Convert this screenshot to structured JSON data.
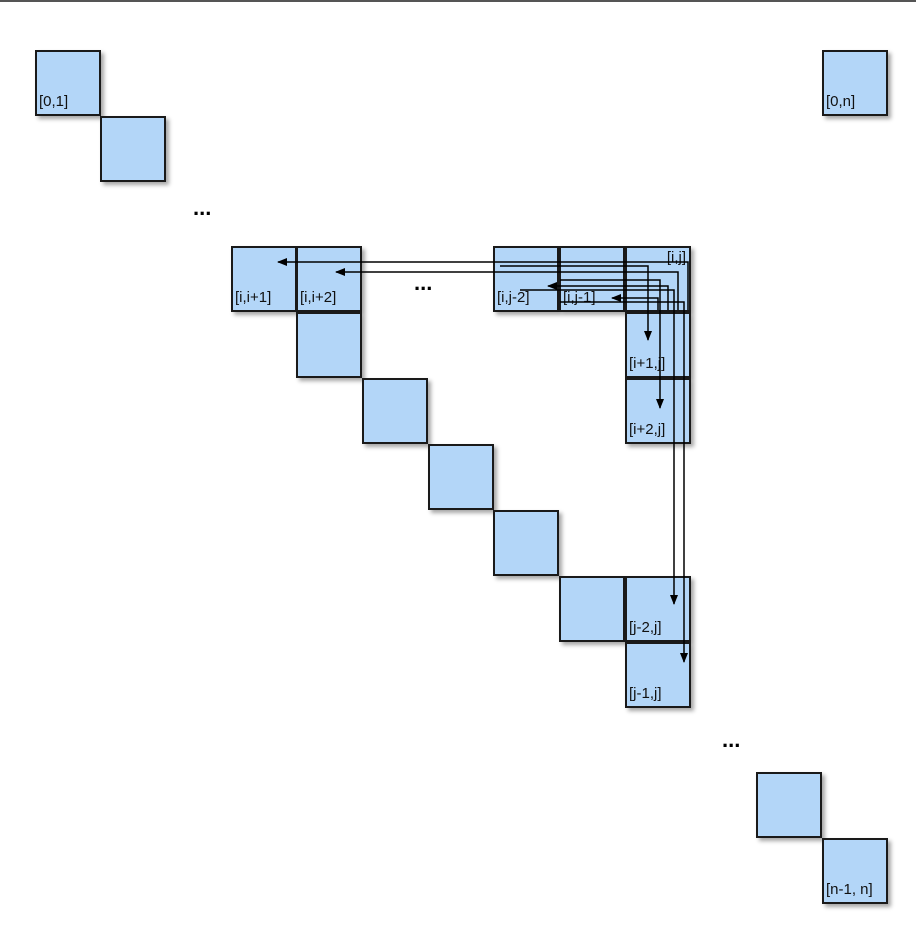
{
  "colors": {
    "cell_fill": "#b3d6f8",
    "cell_border": "#1a1a1a",
    "arrow": "#000000"
  },
  "labels": {
    "c01": "[0,1]",
    "c0n": "[0,n]",
    "c_i_i1": "[i,i+1]",
    "c_i_i2": "[i,i+2]",
    "c_i_j2": "[i,j-2]",
    "c_i_j1": "[i,j-1]",
    "c_i_j": "[i,j]",
    "c_i1_j": "[i+1,j]",
    "c_i2_j": "[i+2,j]",
    "c_j2_j": "[j-2,j]",
    "c_j1_j": "[j-1,j]",
    "c_n1_n": "[n-1, n]"
  },
  "ellipsis": {
    "top": "...",
    "row": "...",
    "bottom": "..."
  }
}
